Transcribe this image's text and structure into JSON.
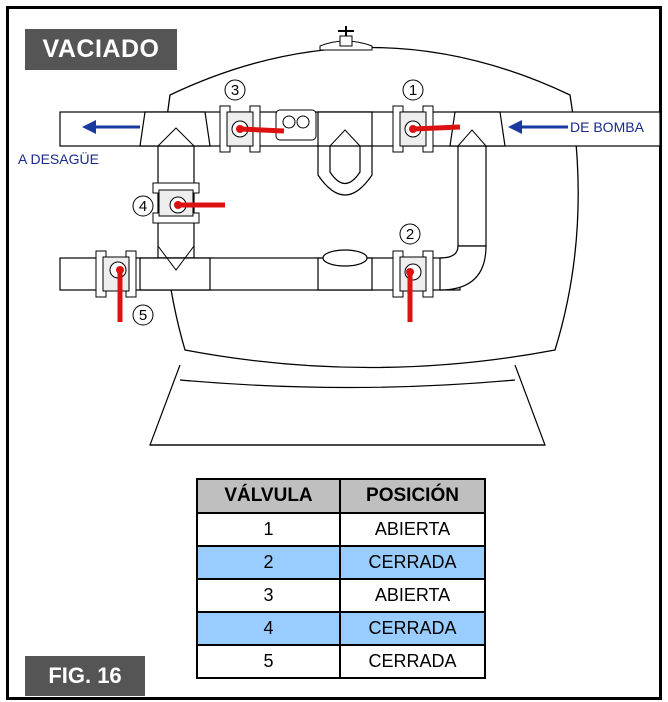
{
  "title": "VACIADO",
  "figure_label": "FIG. 16",
  "labels": {
    "outlet": "A DESAGÜE",
    "inlet": "DE BOMBA"
  },
  "valve_numbers": [
    "1",
    "2",
    "3",
    "4",
    "5"
  ],
  "table": {
    "headers": [
      "VÁLVULA",
      "POSICIÓN"
    ],
    "rows": [
      {
        "valve": "1",
        "position": "ABIERTA",
        "highlight": false
      },
      {
        "valve": "2",
        "position": "CERRADA",
        "highlight": true
      },
      {
        "valve": "3",
        "position": "ABIERTA",
        "highlight": false
      },
      {
        "valve": "4",
        "position": "CERRADA",
        "highlight": true
      },
      {
        "valve": "5",
        "position": "CERRADA",
        "highlight": false
      }
    ]
  },
  "colors": {
    "handle": "#dd1111",
    "arrow": "#1a3aa0",
    "highlight_row": "#99ccff",
    "badge": "#555555"
  }
}
